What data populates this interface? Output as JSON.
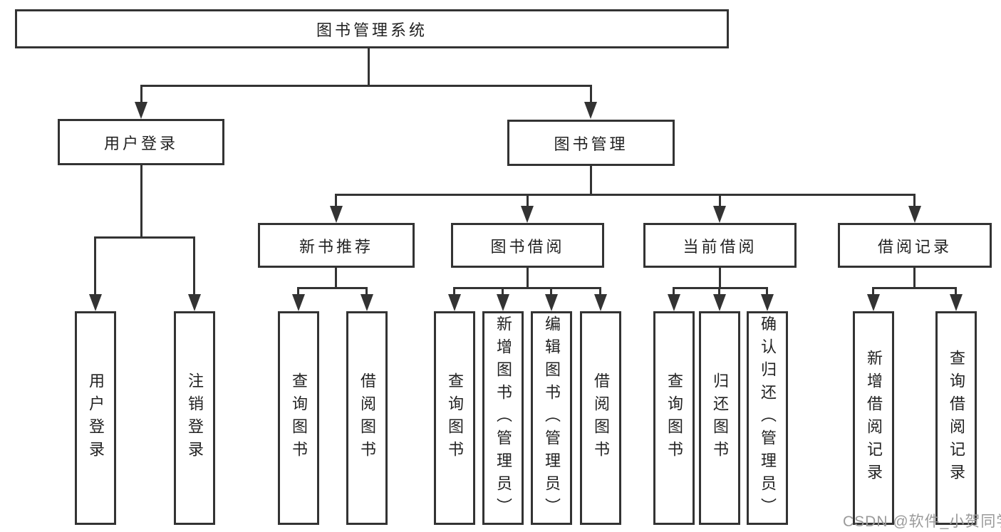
{
  "diagram": {
    "root_label": "图书管理系统",
    "branches": [
      {
        "label": "用户登录",
        "children": [
          {
            "label": "用户登录"
          },
          {
            "label": "注销登录"
          }
        ]
      },
      {
        "label": "图书管理",
        "sections": [
          {
            "label": "新书推荐",
            "children": [
              {
                "label": "查询图书"
              },
              {
                "label": "借阅图书"
              }
            ]
          },
          {
            "label": "图书借阅",
            "children": [
              {
                "label": "查询图书"
              },
              {
                "label": "新增图书（管理员）"
              },
              {
                "label": "编辑图书（管理员）"
              },
              {
                "label": "借阅图书"
              }
            ]
          },
          {
            "label": "当前借阅",
            "children": [
              {
                "label": "查询图书"
              },
              {
                "label": "归还图书"
              },
              {
                "label": "确认归还（管理员）"
              }
            ]
          },
          {
            "label": "借阅记录",
            "children": [
              {
                "label": "新增借阅记录"
              },
              {
                "label": "查询借阅记录"
              }
            ]
          }
        ]
      }
    ]
  },
  "watermark": {
    "text": "CSDN @软件_小贺同学"
  },
  "colors": {
    "line": "#333333",
    "text": "#222222",
    "watermark": "#9a9a9a",
    "background": "#ffffff"
  }
}
